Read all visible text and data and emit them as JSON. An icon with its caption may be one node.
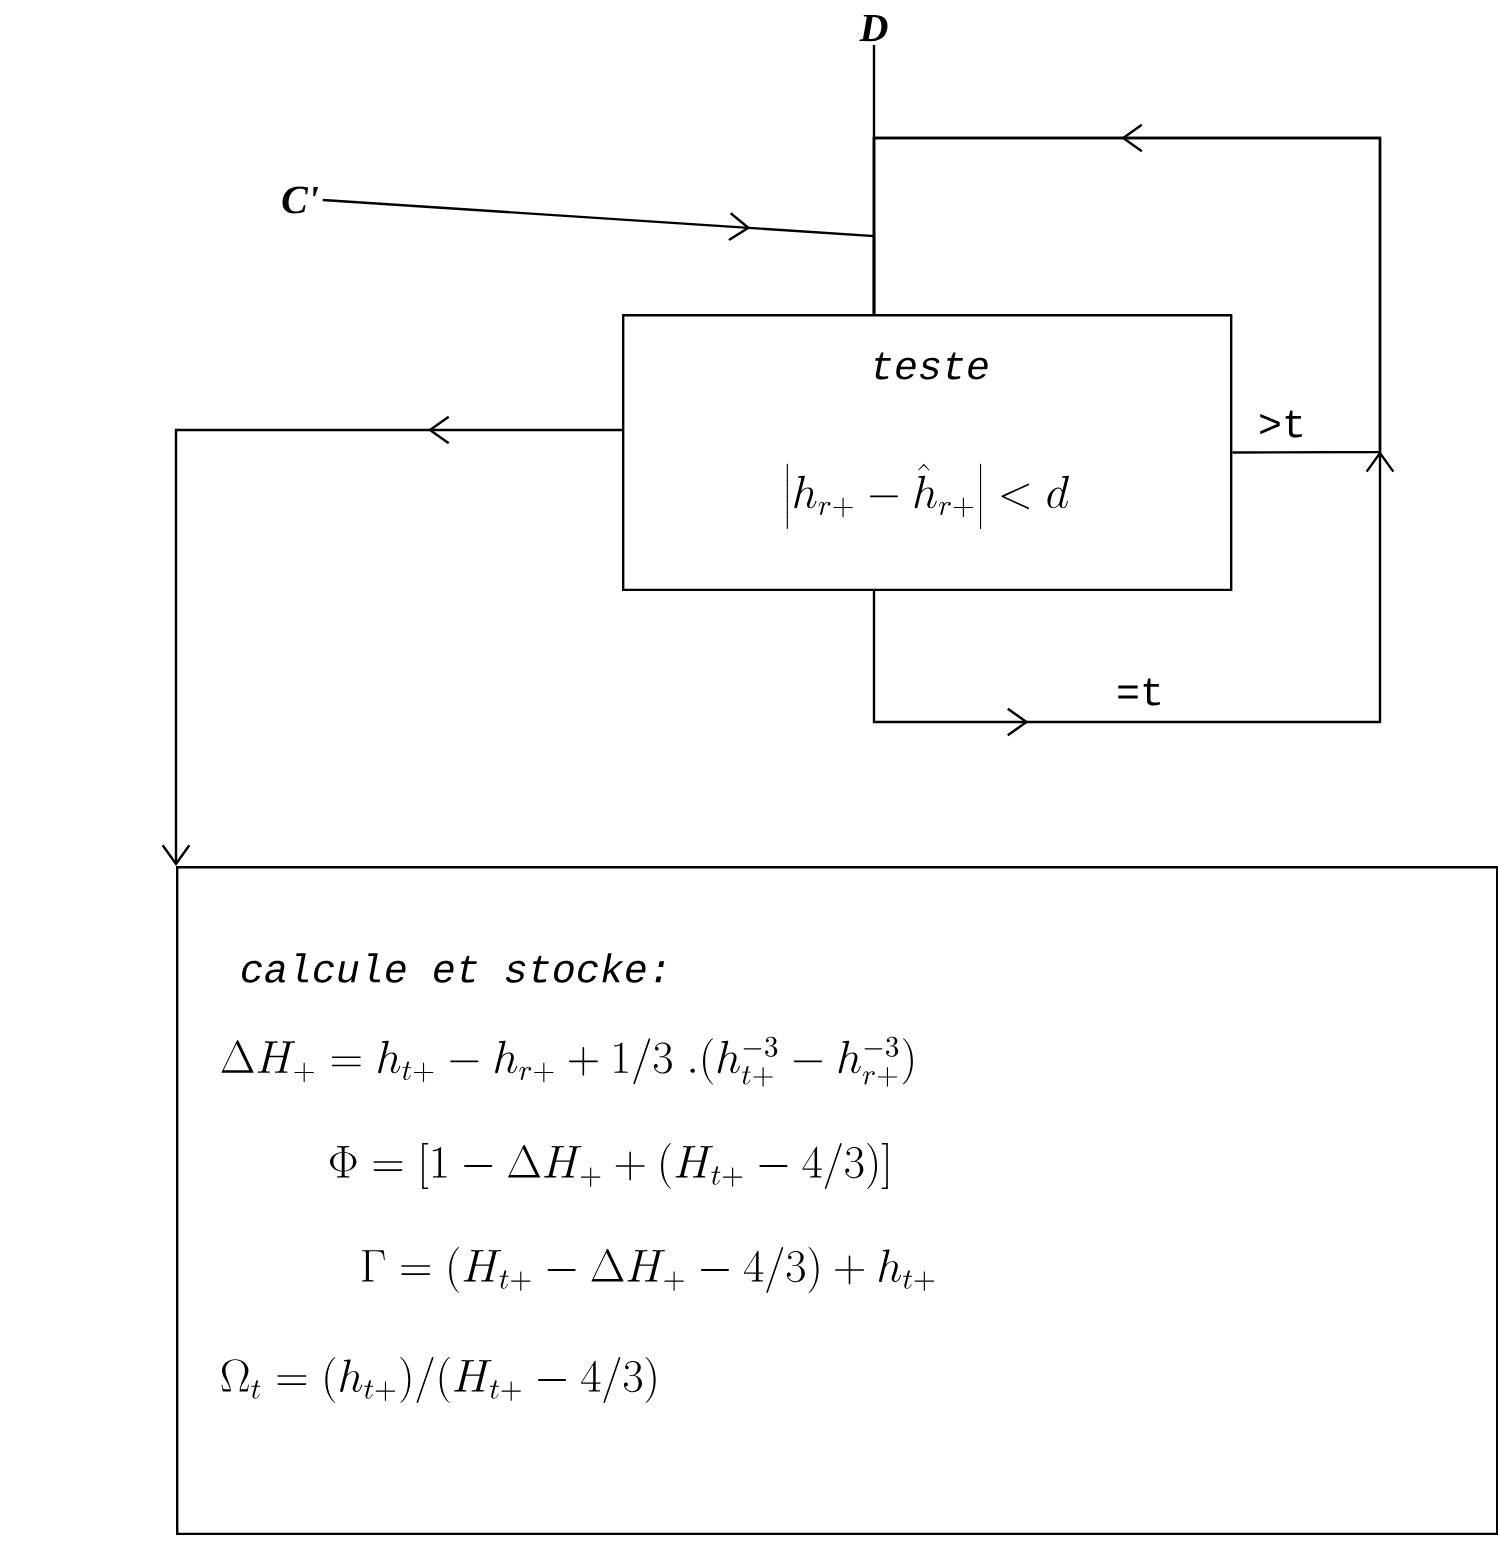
{
  "diagram": {
    "nodes": [
      {
        "text": [
          "D"
        ]
      },
      {
        "text": [
          "C'"
        ]
      },
      {
        "text": [
          "teste",
          "\\left|h_{r+} - \\hat{h}_{r+}\\right| < d"
        ]
      },
      {
        "text": [
          "calcule et stocke:",
          "\\Delta H_{+} = h_{t+} - h_{r+} + 1/3\\;.(h_{t+}^{-3} - h_{r+}^{-3})",
          "\\Phi = [1 - \\Delta H_{+} + (H_{t+} - 4/3)]",
          "\\Gamma = (H_{t+} - \\Delta H_{+} - 4/3) + h_{t+}",
          "\\Omega_{t} = (h_{t+})/(H_{t+} - 4/3)"
        ]
      }
    ],
    "edges": [
      {
        "from": 0,
        "to": 2,
        "arrow": "none"
      },
      {
        "from": 1,
        "to": 2,
        "arrow": "to"
      },
      {
        "from": 2,
        "to": 2,
        "arrow": "to",
        "label": ">t"
      },
      {
        "from": 2,
        "to": 2,
        "arrow": "to",
        "label": "=t"
      },
      {
        "from": 2,
        "to": 3,
        "arrow": "to"
      }
    ]
  }
}
